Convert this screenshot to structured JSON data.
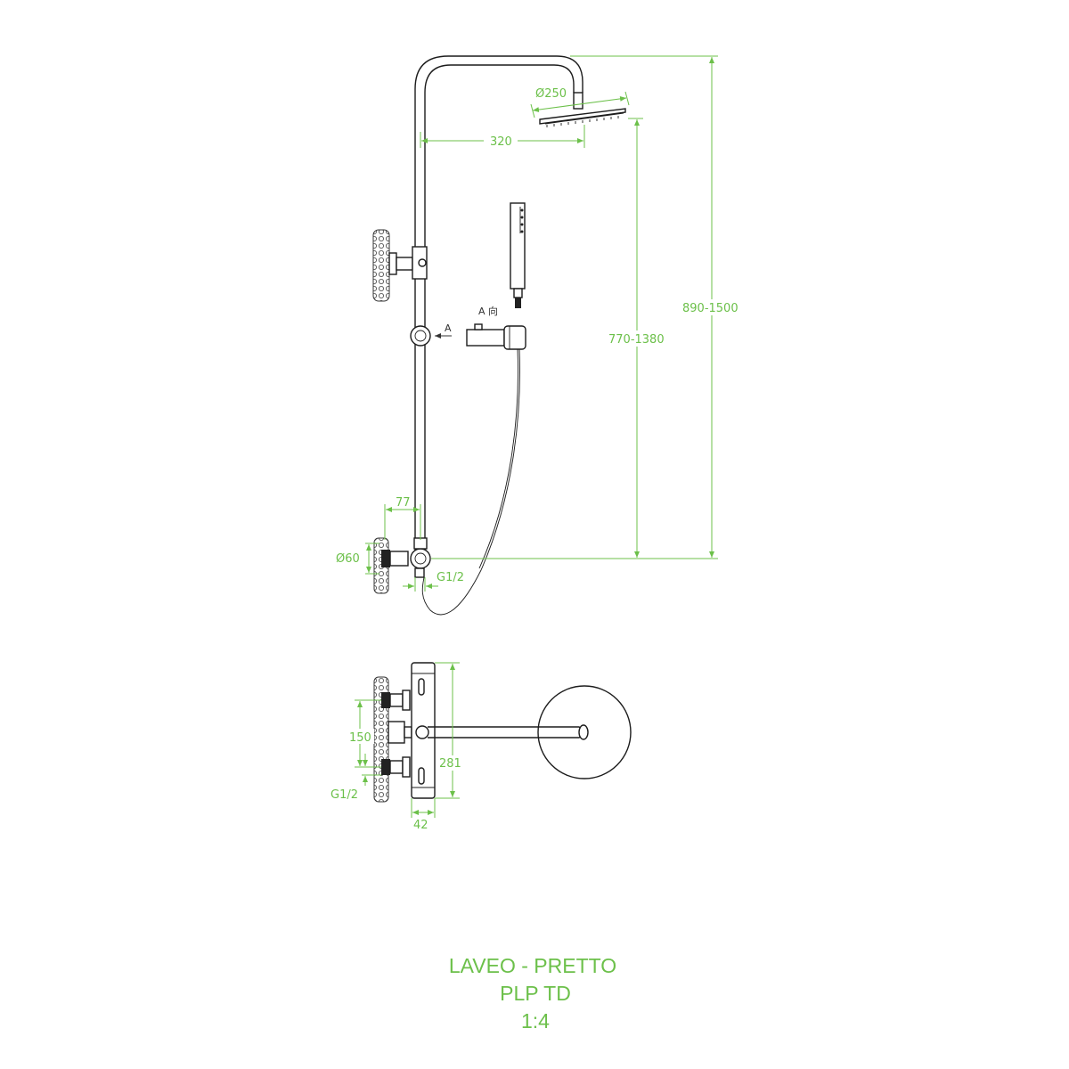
{
  "dimensions": {
    "head_diameter": "Ø250",
    "arm_reach": "320",
    "head_height": "770-1380",
    "total_height": "890-1500",
    "wall_offset": "77",
    "connection_diameter": "Ø60",
    "thread_size": "G1/2",
    "inlet_spacing": "150",
    "thread_size_bottom": "G1/2",
    "mixer_length": "281",
    "mixer_depth": "42"
  },
  "annotations": {
    "view_marker": "A",
    "view_direction_label": "A 向"
  },
  "title_block": {
    "product": "LAVEO - PRETTO",
    "model": "PLP TD",
    "scale": "1:4"
  },
  "colors": {
    "dimension": "#6cc04a",
    "line": "#1c1c1c"
  }
}
